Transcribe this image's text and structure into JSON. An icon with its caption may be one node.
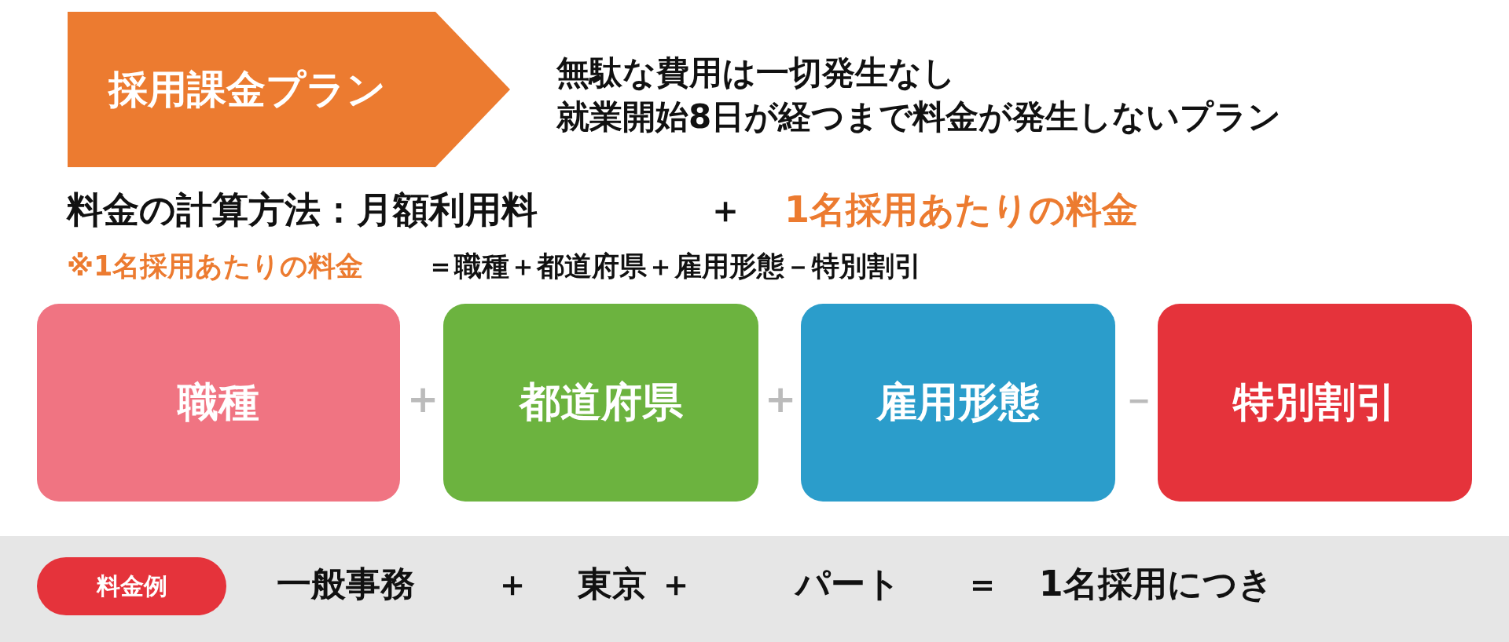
{
  "diagram": {
    "nodes": [
      {
        "text": [
          "採用課金プラン"
        ]
      },
      {
        "text": [
          "職種"
        ]
      },
      {
        "text": [
          "都道府県"
        ]
      },
      {
        "text": [
          "雇用形態"
        ]
      },
      {
        "text": [
          "特別割引"
        ]
      },
      {
        "text": [
          "料金例"
        ]
      }
    ],
    "labels": [
      "無駄な費用は一切発生なし",
      "就業開始8日が経つまで料金が発生しないプラン",
      "料金の計算方法：月額利用料",
      "＋",
      "1名採用あたりの料金",
      "※1名採用あたりの料金",
      "＝職種＋都道府県＋雇用形態－特別割引",
      "+",
      "+",
      "－",
      "一般事務",
      "＋",
      "東京",
      "＋",
      "パート",
      "＝",
      "1名採用につき"
    ]
  }
}
